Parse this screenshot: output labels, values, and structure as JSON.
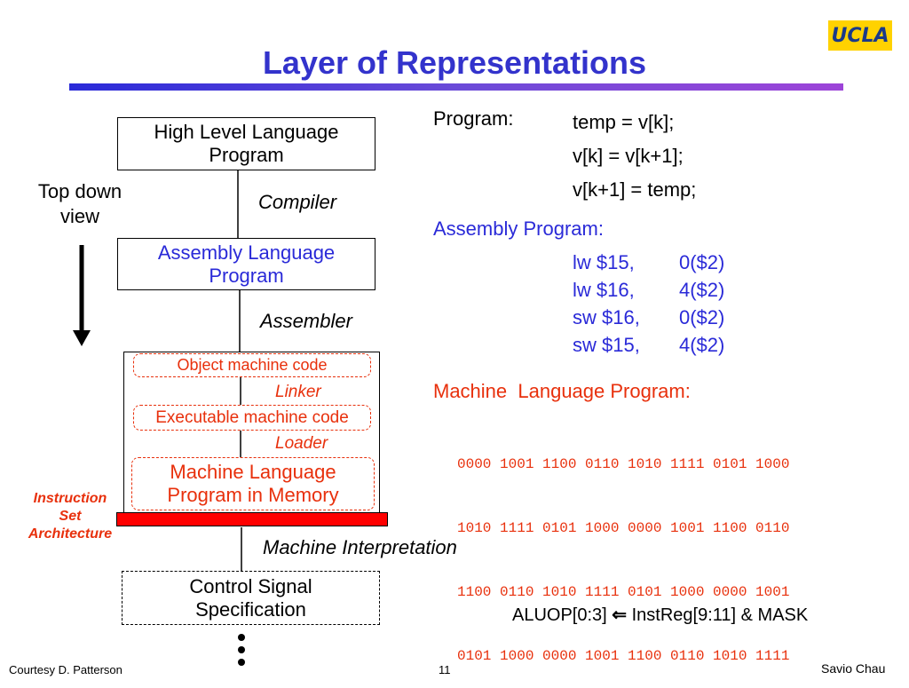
{
  "logo": "UCLA",
  "title": "Layer of Representations",
  "left_label": {
    "line1": "Top down",
    "line2": "view"
  },
  "boxes": {
    "hll": {
      "line1": "High Level Language",
      "line2": "Program"
    },
    "asm": {
      "line1": "Assembly  Language",
      "line2": "Program"
    },
    "obj": "Object machine code",
    "exe": "Executable machine code",
    "mem": {
      "line1": "Machine  Language",
      "line2": "Program in Memory"
    },
    "csig": {
      "line1": "Control Signal",
      "line2": "Specification"
    }
  },
  "transitions": {
    "compiler": "Compiler",
    "assembler": "Assembler",
    "linker": "Linker",
    "loader": "Loader",
    "machine_interpretation": "Machine Interpretation"
  },
  "isa_label": {
    "line1": "Instruction",
    "line2": "Set",
    "line3": "Architecture"
  },
  "program": {
    "label": "Program:",
    "lines": [
      "temp = v[k];",
      "v[k] = v[k+1];",
      "v[k+1] = temp;"
    ]
  },
  "assembly": {
    "label": "Assembly Program:",
    "rows": [
      {
        "op": "lw  $15,",
        "arg": "0($2)"
      },
      {
        "op": "lw  $16,",
        "arg": "4($2)"
      },
      {
        "op": "sw $16,",
        "arg": "0($2)"
      },
      {
        "op": "sw $15,",
        "arg": "4($2)"
      }
    ]
  },
  "machine": {
    "label": "Machine  Language Program:",
    "lines": [
      "0000 1001 1100 0110 1010 1111 0101 1000",
      "1010 1111 0101 1000 0000 1001 1100 0110",
      "1100 0110 1010 1111 0101 1000 0000 1001",
      "0101 1000 0000 1001 1100 0110 1010 1111"
    ]
  },
  "aluop": {
    "left": "ALUOP[0:3]",
    "arrow": "⇐",
    "right": "InstReg[9:11] & MASK"
  },
  "footer": {
    "left": "Courtesy D. Patterson",
    "page": "11",
    "right": "Savio Chau"
  }
}
